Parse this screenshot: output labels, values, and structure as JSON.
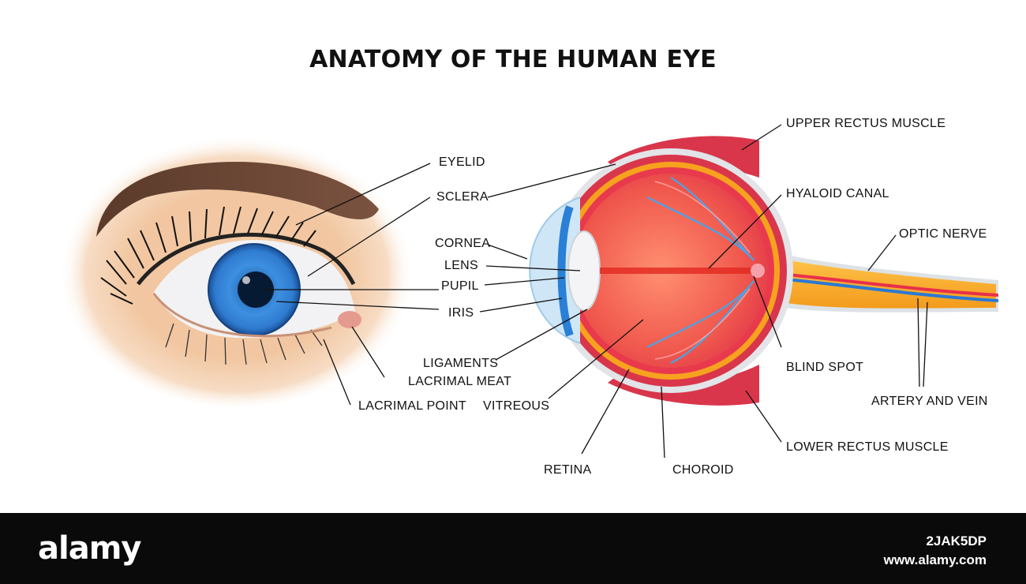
{
  "title": "ANATOMY OF THE HUMAN EYE",
  "labels": {
    "eyelid": "EYELID",
    "sclera": "SCLERA",
    "cornea": "CORNEA",
    "lens": "LENS",
    "pupil": "PUPIL",
    "iris": "IRIS",
    "ligaments": "LIGAMENTS",
    "lacrimal_meat": "LACRIMAL MEAT",
    "lacrimal_point": "LACRIMAL POINT",
    "vitreous": "VITREOUS",
    "retina": "RETINA",
    "choroid": "CHOROID",
    "upper_rectus_muscle": "UPPER RECTUS MUSCLE",
    "hyaloid_canal": "HYALOID CANAL",
    "optic_nerve": "OPTIC NERVE",
    "blind_spot": "BLIND SPOT",
    "artery_and_vein": "ARTERY AND VEIN",
    "lower_rectus_muscle": "LOWER RECTUS MUSCLE"
  },
  "footer": {
    "brand": "alamy",
    "image_id": "2JAK5DP",
    "site": "www.alamy.com"
  }
}
